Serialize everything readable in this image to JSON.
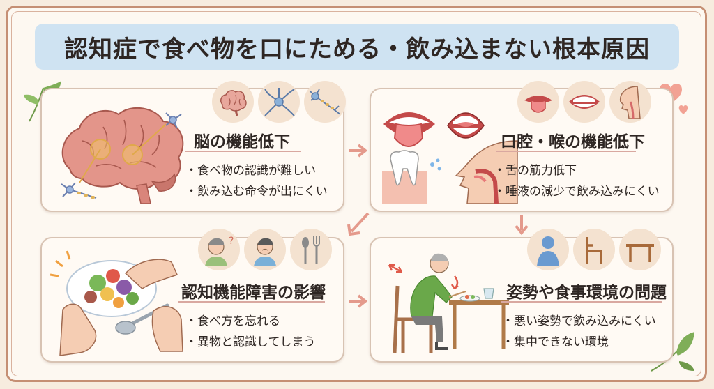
{
  "title": "認知症で食べ物を口にためる・飲み込まない根本原因",
  "panels": {
    "brain": {
      "title": "脳の機能低下",
      "bullets": [
        "・食べ物の認識が難しい",
        "・飲み込む命令が出にくい"
      ]
    },
    "mouth": {
      "title": "口腔・喉の機能低下",
      "bullets": [
        "・舌の筋力低下",
        "・唾液の減少で飲み込みにくい"
      ]
    },
    "cognitive": {
      "title": "認知機能障害の影響",
      "bullets": [
        "・食べ方を忘れる",
        "・異物と認識してしまう"
      ]
    },
    "posture": {
      "title": "姿勢や食事環境の問題",
      "bullets": [
        "・悪い姿勢で飲み込みにくい",
        "・集中できない環境"
      ]
    }
  },
  "colors": {
    "frame": "#c58f74",
    "title_bg": "#cfe3f2",
    "arrow": "#e49a8c",
    "icon_bg": "#f4e2d0"
  },
  "icons": [
    "brain-icon",
    "neuron-icon",
    "neuron-chain-icon",
    "tongue-icon",
    "open-mouth-icon",
    "throat-icon",
    "confused-person-icon",
    "sad-person-icon",
    "fork-spoon-icon",
    "person-icon",
    "chair-icon",
    "table-icon",
    "leaf-icon",
    "heart-icon"
  ]
}
